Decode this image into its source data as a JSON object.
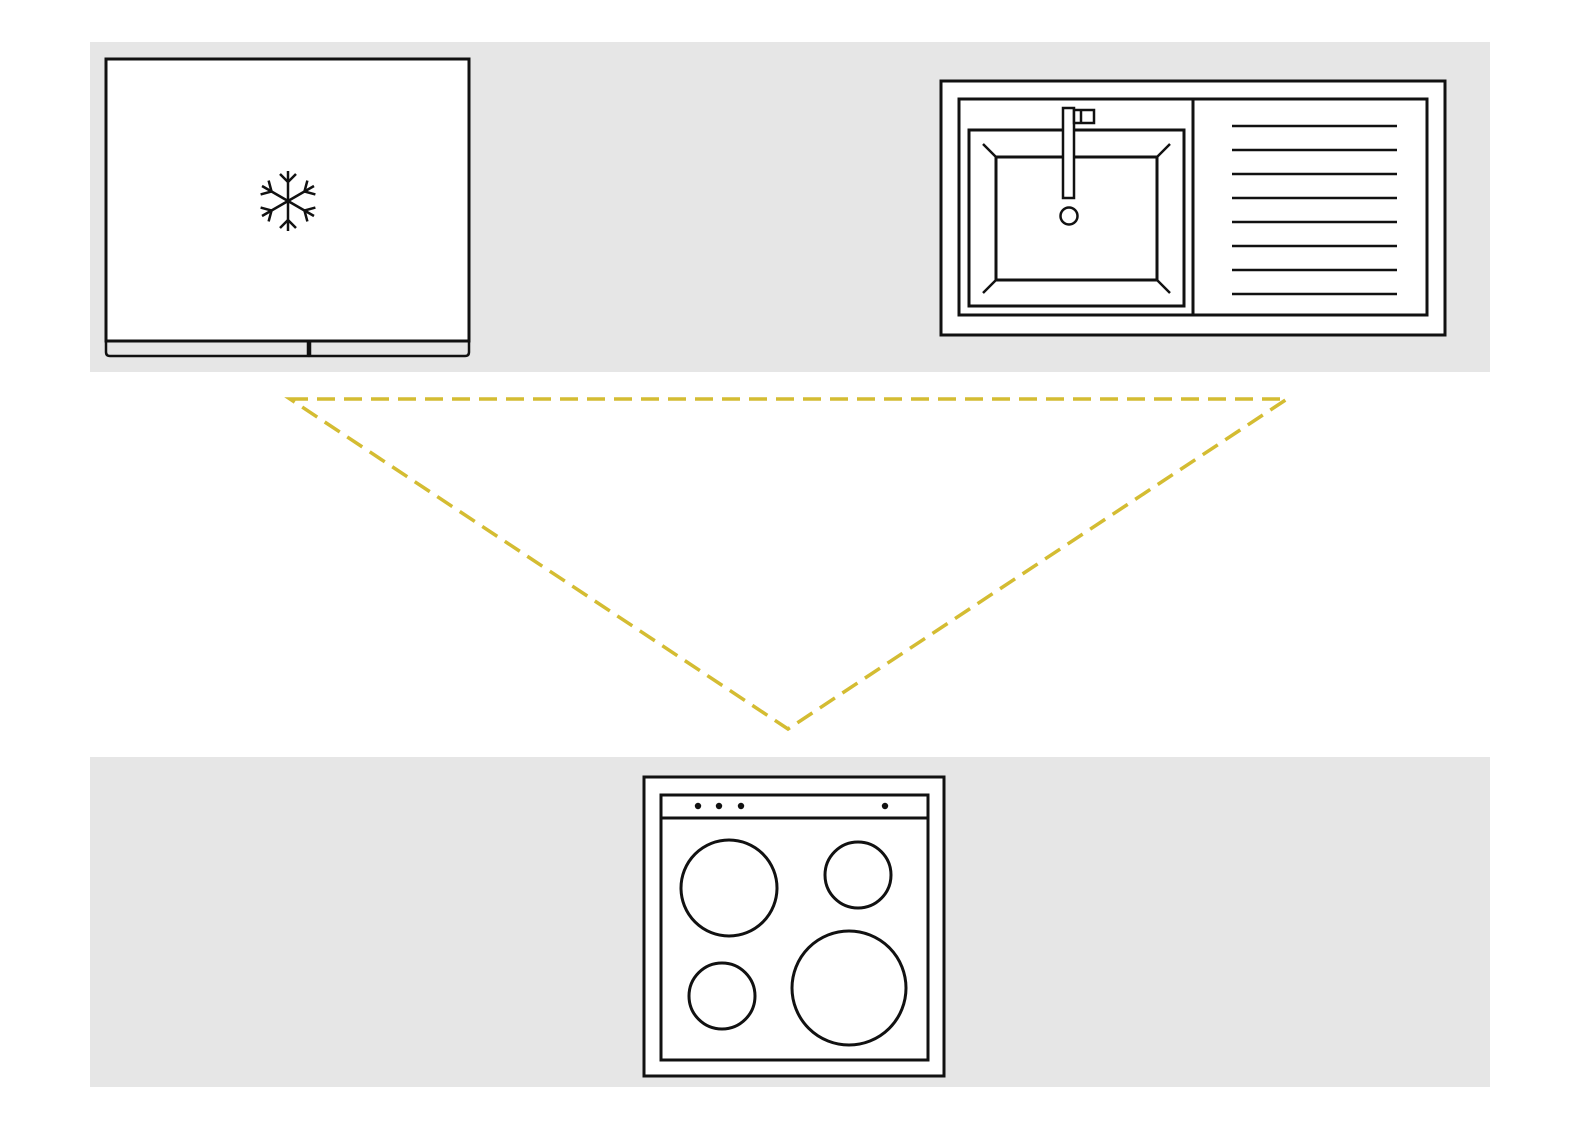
{
  "diagram": {
    "description_free": true,
    "elements": {
      "fridge": {
        "icon": "snowflake-icon"
      },
      "sink": {
        "icon": "faucet-icon",
        "drainboard_ridges": 8
      },
      "stove": {
        "burners": 4,
        "indicator_dots": 4
      }
    },
    "work_triangle": {
      "vertices": [
        "fridge",
        "sink",
        "stove"
      ],
      "line_style": "dashed"
    },
    "colors": {
      "counter": "#e6e6e6",
      "outline": "#111111",
      "triangle": "#d4bc32",
      "background": "#ffffff"
    }
  }
}
